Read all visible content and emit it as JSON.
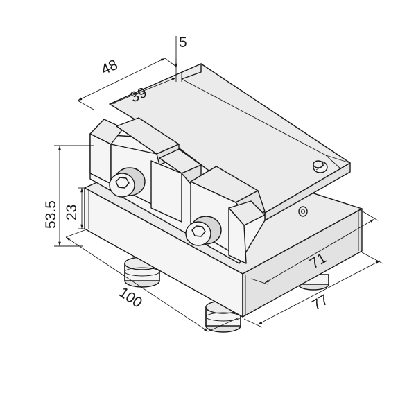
{
  "dimensions": {
    "d5": "5",
    "d48": "48",
    "d39": "39",
    "d53_5": "53.5",
    "d23": "23",
    "d71": "71",
    "d100": "100",
    "d77": "77"
  },
  "colors": {
    "stroke": "#1a1a1a",
    "top_face": "#ebebeb",
    "front_face": "#f5f5f5",
    "side_face": "#e2e2e2"
  }
}
